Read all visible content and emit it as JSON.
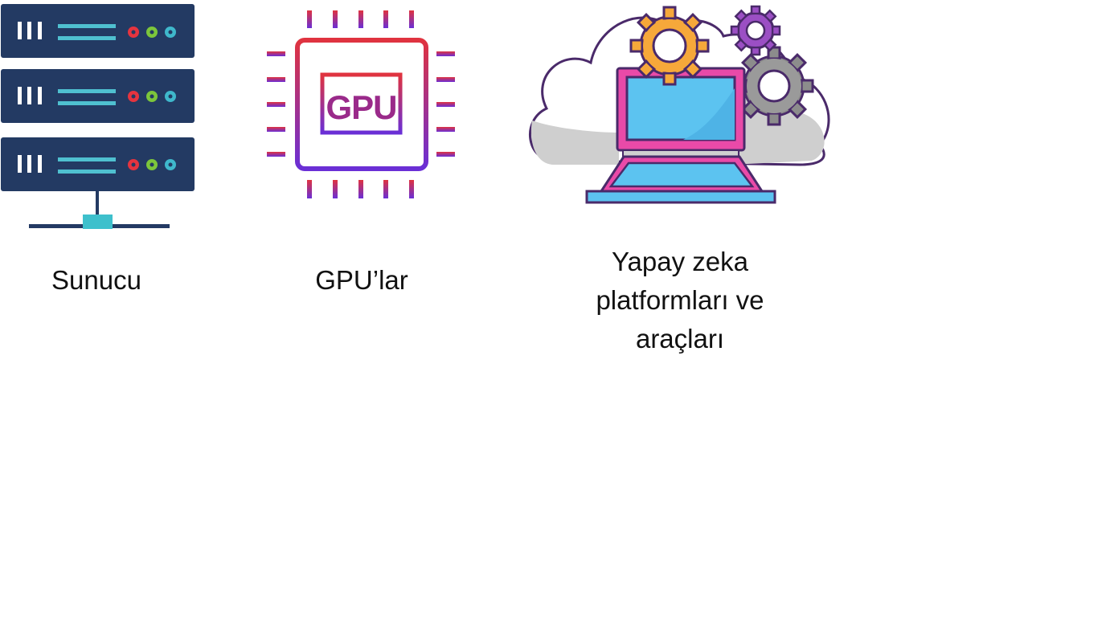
{
  "diagram": {
    "items": [
      {
        "id": "server",
        "icon": "server-rack-icon",
        "label": "Sunucu",
        "colors": {
          "rack": "#233a63",
          "bars": "#ffffff",
          "lines": "#4fc0d0",
          "led_red": "#e5343f",
          "led_green": "#7cc63b",
          "led_cyan": "#3fb8cc",
          "base": "#3ec0cc"
        }
      },
      {
        "id": "gpu",
        "icon": "gpu-chip-icon",
        "label": "GPU’lar",
        "chip_text": "GPU",
        "colors": {
          "gradient_top": "#e0333f",
          "gradient_bottom": "#6a2fd6"
        }
      },
      {
        "id": "ai-platforms",
        "icon": "cloud-laptop-gears-icon",
        "label_lines": [
          "Yapay zeka",
          "platformları ve",
          "araçları"
        ],
        "colors": {
          "outline": "#4a2a6a",
          "cloud_shadow": "#cfcfcf",
          "laptop_frame": "#e94aa8",
          "screen": "#5cc3f0",
          "gear_orange": "#f6a83a",
          "gear_purple": "#9b4fc4",
          "gear_gray": "#8c8c8c"
        }
      }
    ]
  }
}
